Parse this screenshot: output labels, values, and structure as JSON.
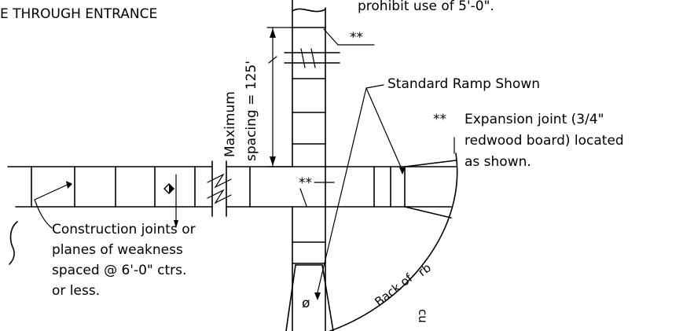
{
  "labels": {
    "top_left": "E THROUGH ENTRANCE",
    "top_right": "prohibit use of 5'-0\".",
    "maximum": "Maximum",
    "spacing": "spacing = 125'",
    "double_star_1": "**",
    "double_star_2": "**",
    "double_star_3": "**",
    "standard_ramp": "Standard Ramp Shown",
    "expansion_1": "Expansion joint  (3/4\"",
    "expansion_2": "redwood board) located",
    "expansion_3": "as shown.",
    "construction_1": "Construction joints or",
    "construction_2": "planes of weakness",
    "construction_3": "spaced @ 6'-0\" ctrs.",
    "construction_4": "or less.",
    "back_of": "Back of",
    "rb": "rb",
    "cu": "cu",
    "phi": "ø"
  }
}
